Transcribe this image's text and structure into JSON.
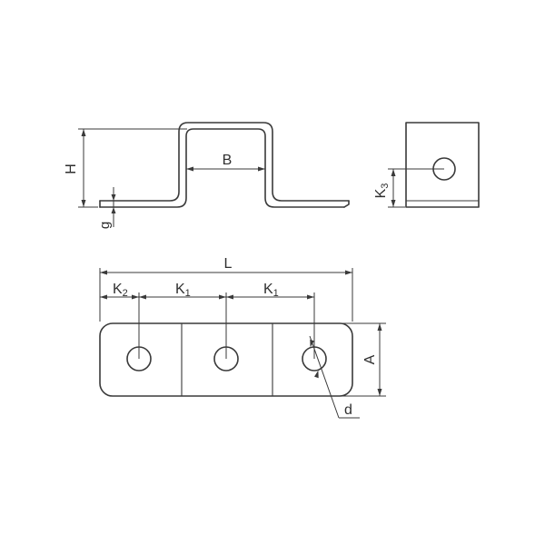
{
  "labels": {
    "h": "H",
    "b": "B",
    "g": "g",
    "k3": "K",
    "k3_sub": "3",
    "l": "L",
    "k2": "K",
    "k2_sub": "2",
    "k1_first": "K",
    "k1_first_sub": "1",
    "k1_second": "K",
    "k1_second_sub": "1",
    "a": "A",
    "d": "d"
  },
  "colors": {
    "line": "#3a3a3a",
    "background": "#ffffff"
  }
}
